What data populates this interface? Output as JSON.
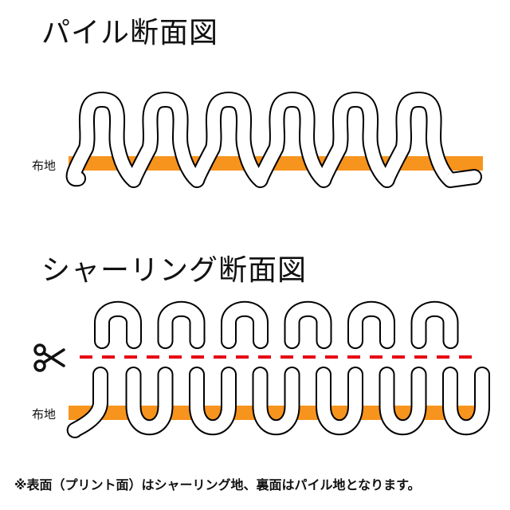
{
  "pile": {
    "title": "パイル断面図",
    "fabric_label": "布地"
  },
  "shearing": {
    "title": "シャーリング断面図",
    "fabric_label": "布地"
  },
  "icons": {
    "scissors": "scissors-icon"
  },
  "colors": {
    "fabric": "#f7941d",
    "cut_line": "#e60012",
    "loop_outline": "#000000",
    "loop_fill": "#ffffff"
  },
  "note": "※表面（プリント面）はシャーリング地、裏面はパイル地となります。"
}
